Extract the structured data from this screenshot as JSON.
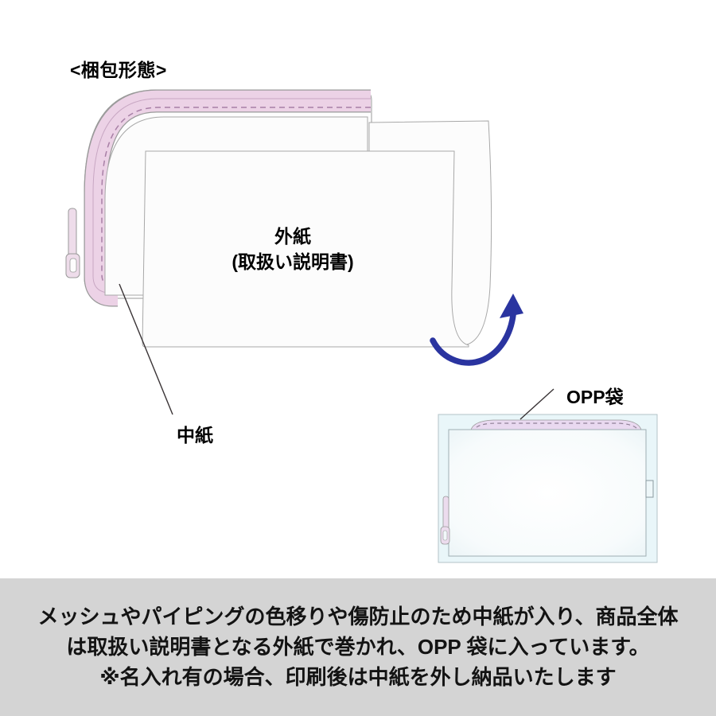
{
  "title": "<梱包形態>",
  "diagram": {
    "outer_paper_label_line1": "外紙",
    "outer_paper_label_line2": "(取扱い説明書)",
    "inner_paper_label": "中紙",
    "opp_bag_label": "OPP袋",
    "icons": [
      "wrap-direction-arrow-icon"
    ],
    "colors": {
      "piping_pink": "#ecd2e6",
      "piping_stitch": "#a87fa6",
      "paper_white": "#fcfcfc",
      "outline_gray": "#9a9a9a",
      "arrow_blue": "#2a34a0",
      "opp_bag_fill": "#e9f6f9",
      "opp_piping_pink": "#e9d9f0"
    }
  },
  "footer": {
    "background": "#d4d4d4",
    "lines": [
      "メッシュやパイピングの色移りや傷防止のため中紙が入り、商品全体",
      "は取扱い説明書となる外紙で巻かれ、OPP 袋に入っています。",
      "※名入れ有の場合、印刷後は中紙を外し納品いたします"
    ]
  }
}
